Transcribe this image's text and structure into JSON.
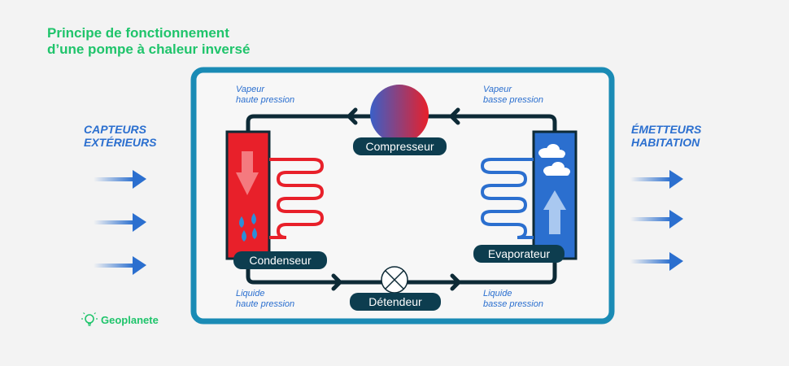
{
  "title": {
    "line1": "Principe de fonctionnement",
    "line2": "d’une pompe à chaleur inversé"
  },
  "left_side": {
    "line1": "CAPTEURS",
    "line2": "EXTÉRIEURS"
  },
  "right_side": {
    "line1": "ÉMETTEURS",
    "line2": "HABITATION"
  },
  "components": {
    "compressor": "Compresseur",
    "condenser": "Condenseur",
    "evaporator": "Evaporateur",
    "expansion_valve": "Détendeur"
  },
  "states": {
    "top_left": {
      "line1": "Vapeur",
      "line2": "haute pression"
    },
    "top_right": {
      "line1": "Vapeur",
      "line2": "basse pression"
    },
    "bottom_left": {
      "line1": "Liquide",
      "line2": "haute pression"
    },
    "bottom_right": {
      "line1": "Liquide",
      "line2": "basse pression"
    }
  },
  "logo": {
    "name": "Geoplanete"
  },
  "colors": {
    "frame": "#1a8bb5",
    "pipe": "#0d2a36",
    "hot": "#e8202a",
    "cold": "#2b6fcf",
    "brand_green": "#1fc46b",
    "pill_bg": "#0d3d4f"
  }
}
